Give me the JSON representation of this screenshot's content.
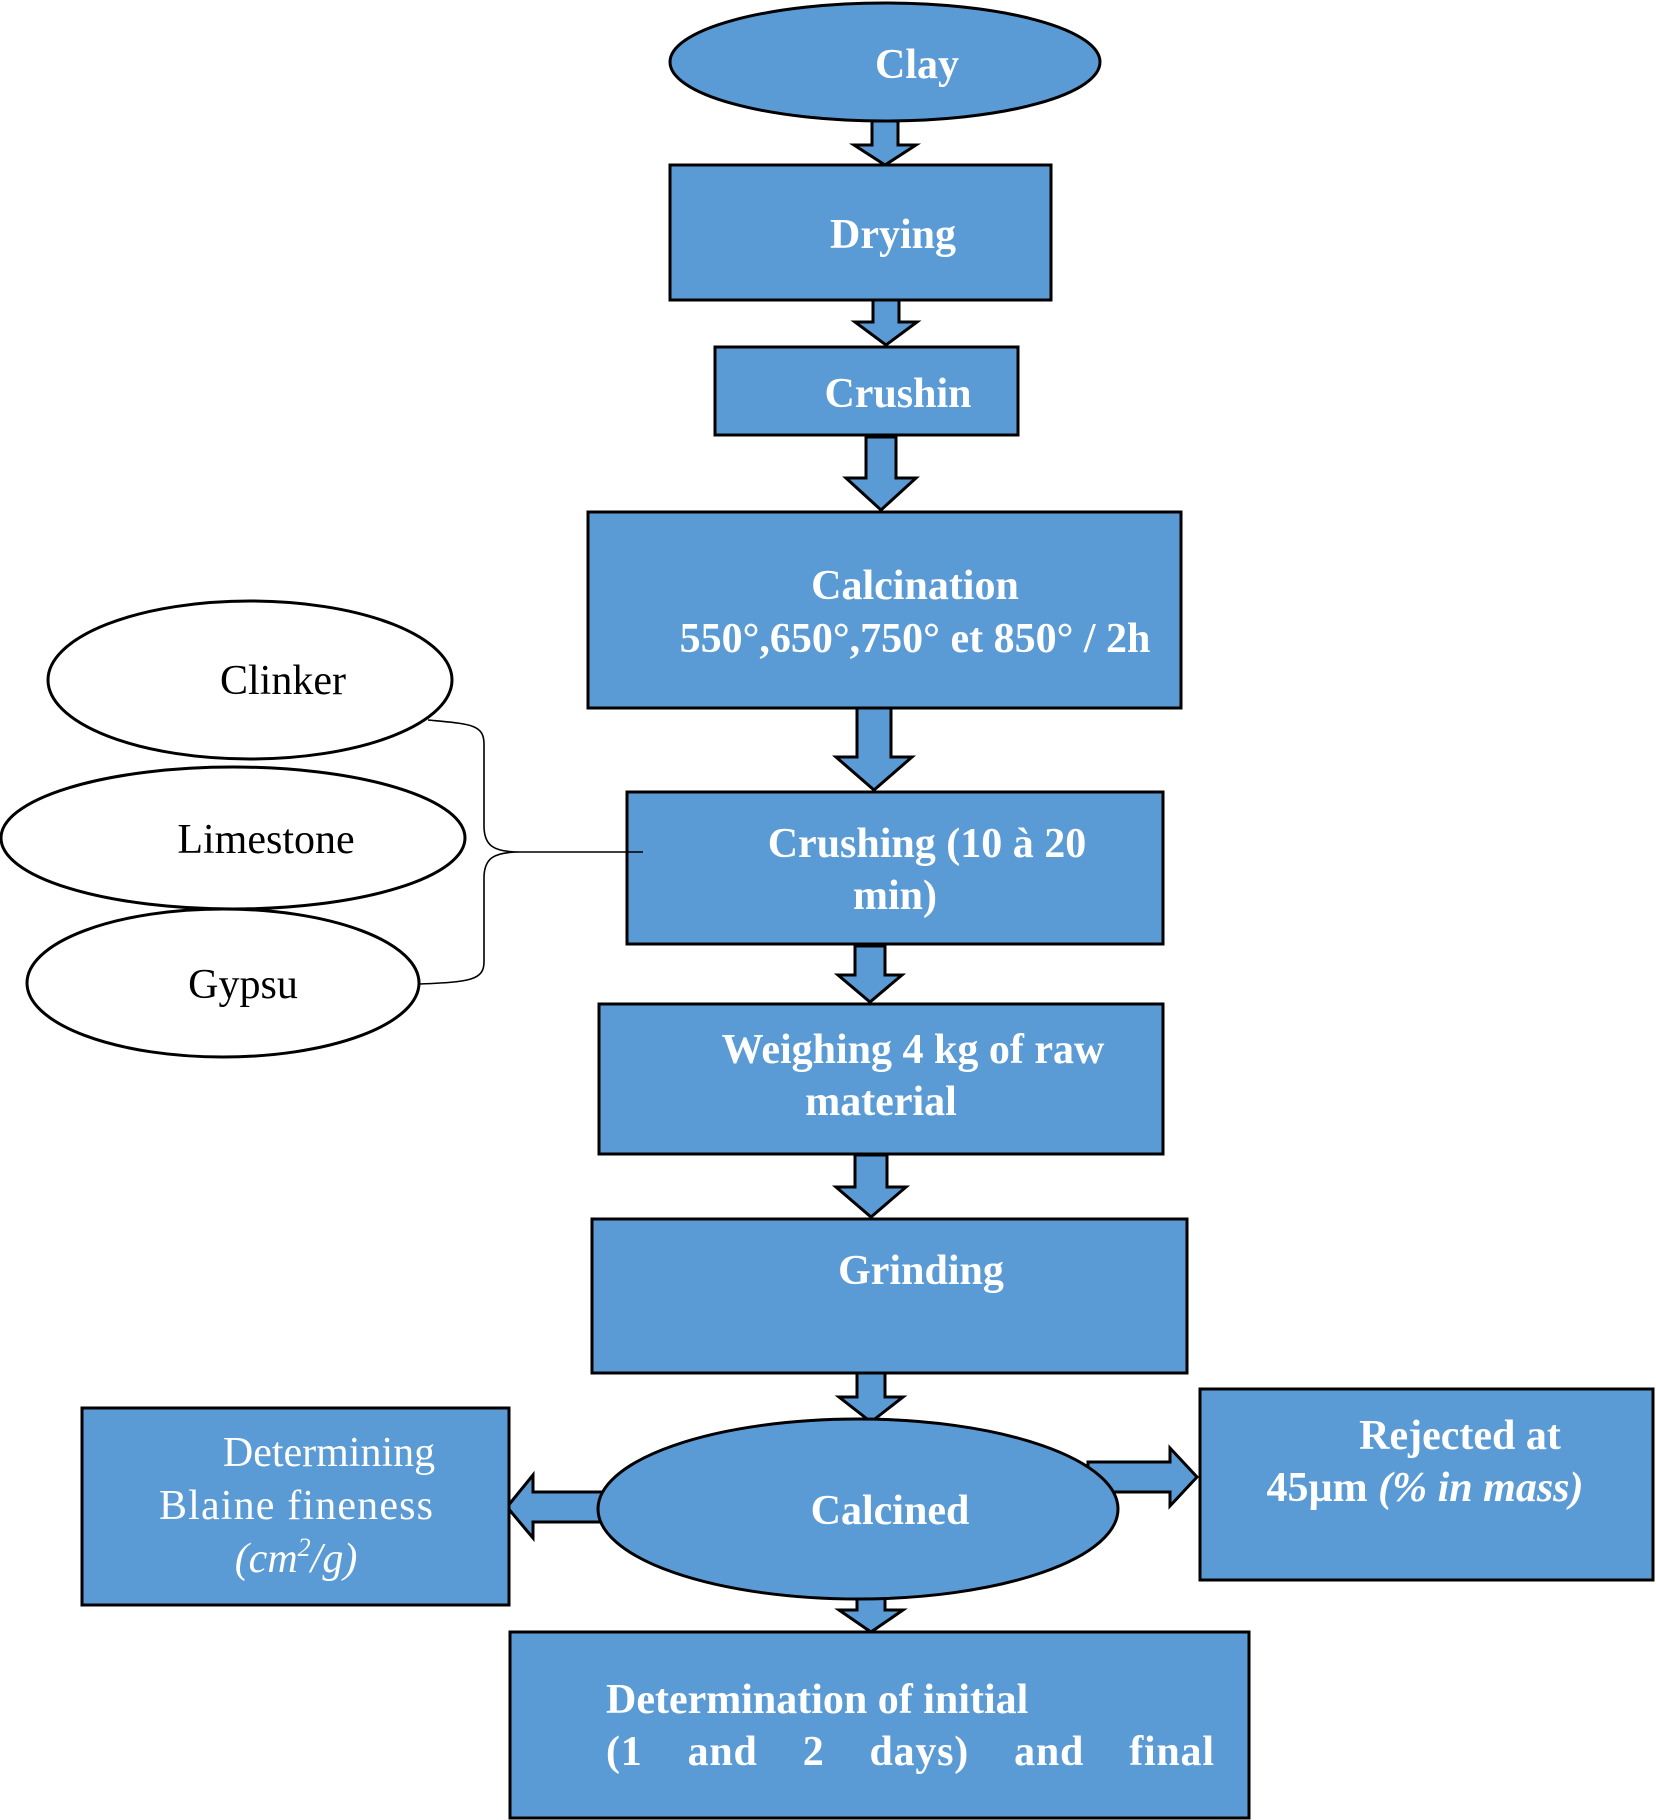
{
  "nodes": {
    "clay": "Clay",
    "drying": "Drying",
    "crushin": "Crushin",
    "calcination": {
      "line1": "Calcination",
      "line2": "550°,650°,750° et 850° / 2h"
    },
    "crushing": {
      "line1": "Crushing (10 à 20",
      "line2": "min)"
    },
    "weighing": {
      "line1": "Weighing 4 kg of raw",
      "line2": "material"
    },
    "grinding": "Grinding",
    "calcined": "Calcined",
    "blaine": {
      "line1": "Determining",
      "line2": "Blaine fineness",
      "unit_main": "(cm",
      "unit_sup": "2",
      "unit_tail": "/g)"
    },
    "rejected": {
      "line1": "Rejected at",
      "line2_value": "45µm",
      "line2_italic": "(% in mass)"
    },
    "determination": {
      "line1": "Determination of initial",
      "line2": "(1    and    2    days)    and    final"
    }
  },
  "additives": {
    "clinker": "Clinker",
    "limestone": "Limestone",
    "gypsu": "Gypsu"
  },
  "colors": {
    "box_fill": "#5B9BD5",
    "outline": "#000000",
    "box_text": "#ffffff",
    "additive_fill": "#ffffff",
    "additive_text": "#000000"
  }
}
